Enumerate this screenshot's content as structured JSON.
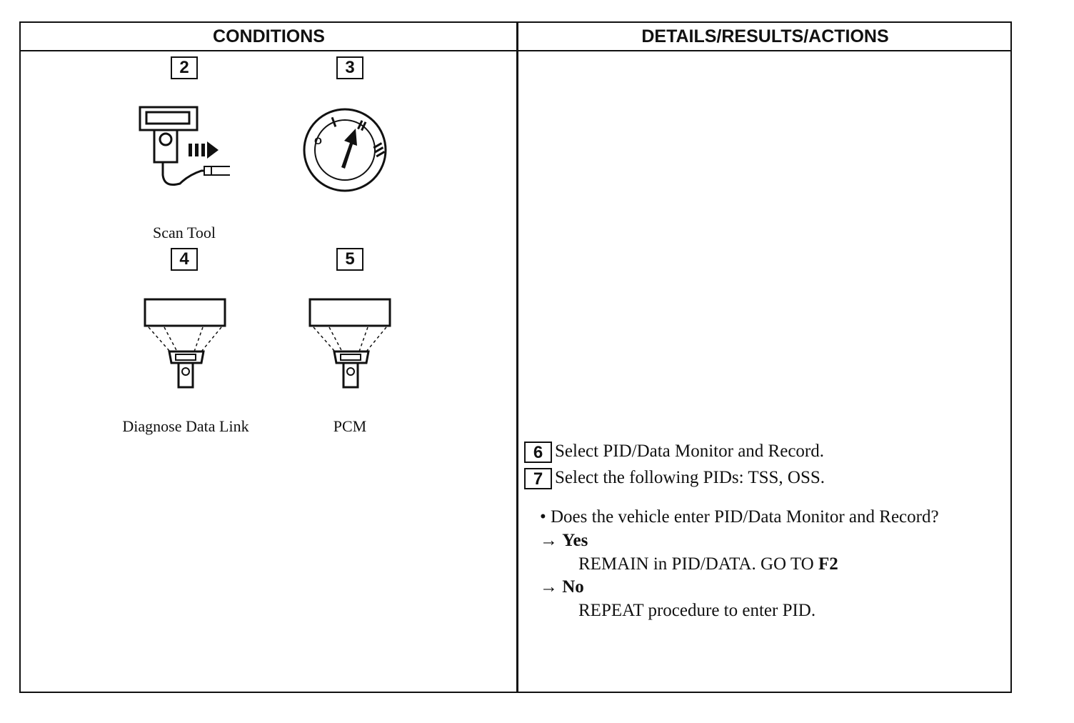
{
  "headers": {
    "conditions": "CONDITIONS",
    "details": "DETAILS/RESULTS/ACTIONS"
  },
  "conditions": {
    "steps": [
      {
        "number": "2",
        "icon": "scan-tool-icon",
        "caption": "Scan Tool"
      },
      {
        "number": "3",
        "icon": "ignition-key-run-icon",
        "caption": ""
      },
      {
        "number": "4",
        "icon": "data-link-connector-icon",
        "caption": "Diagnose Data Link"
      },
      {
        "number": "5",
        "icon": "pcm-connector-icon",
        "caption": "PCM"
      }
    ]
  },
  "details": {
    "steps": [
      {
        "number": "6",
        "text": "Select PID/Data Monitor and Record."
      },
      {
        "number": "7",
        "text": "Select the following PIDs: TSS, OSS."
      }
    ],
    "question": "• Does the vehicle enter PID/Data Monitor and Record?",
    "yes": {
      "arrow": "→",
      "label": "Yes",
      "action": "REMAIN in PID/DATA. GO TO ",
      "target": "F2"
    },
    "no": {
      "arrow": "→",
      "label": "No",
      "action": "REPEAT procedure to enter PID."
    }
  }
}
